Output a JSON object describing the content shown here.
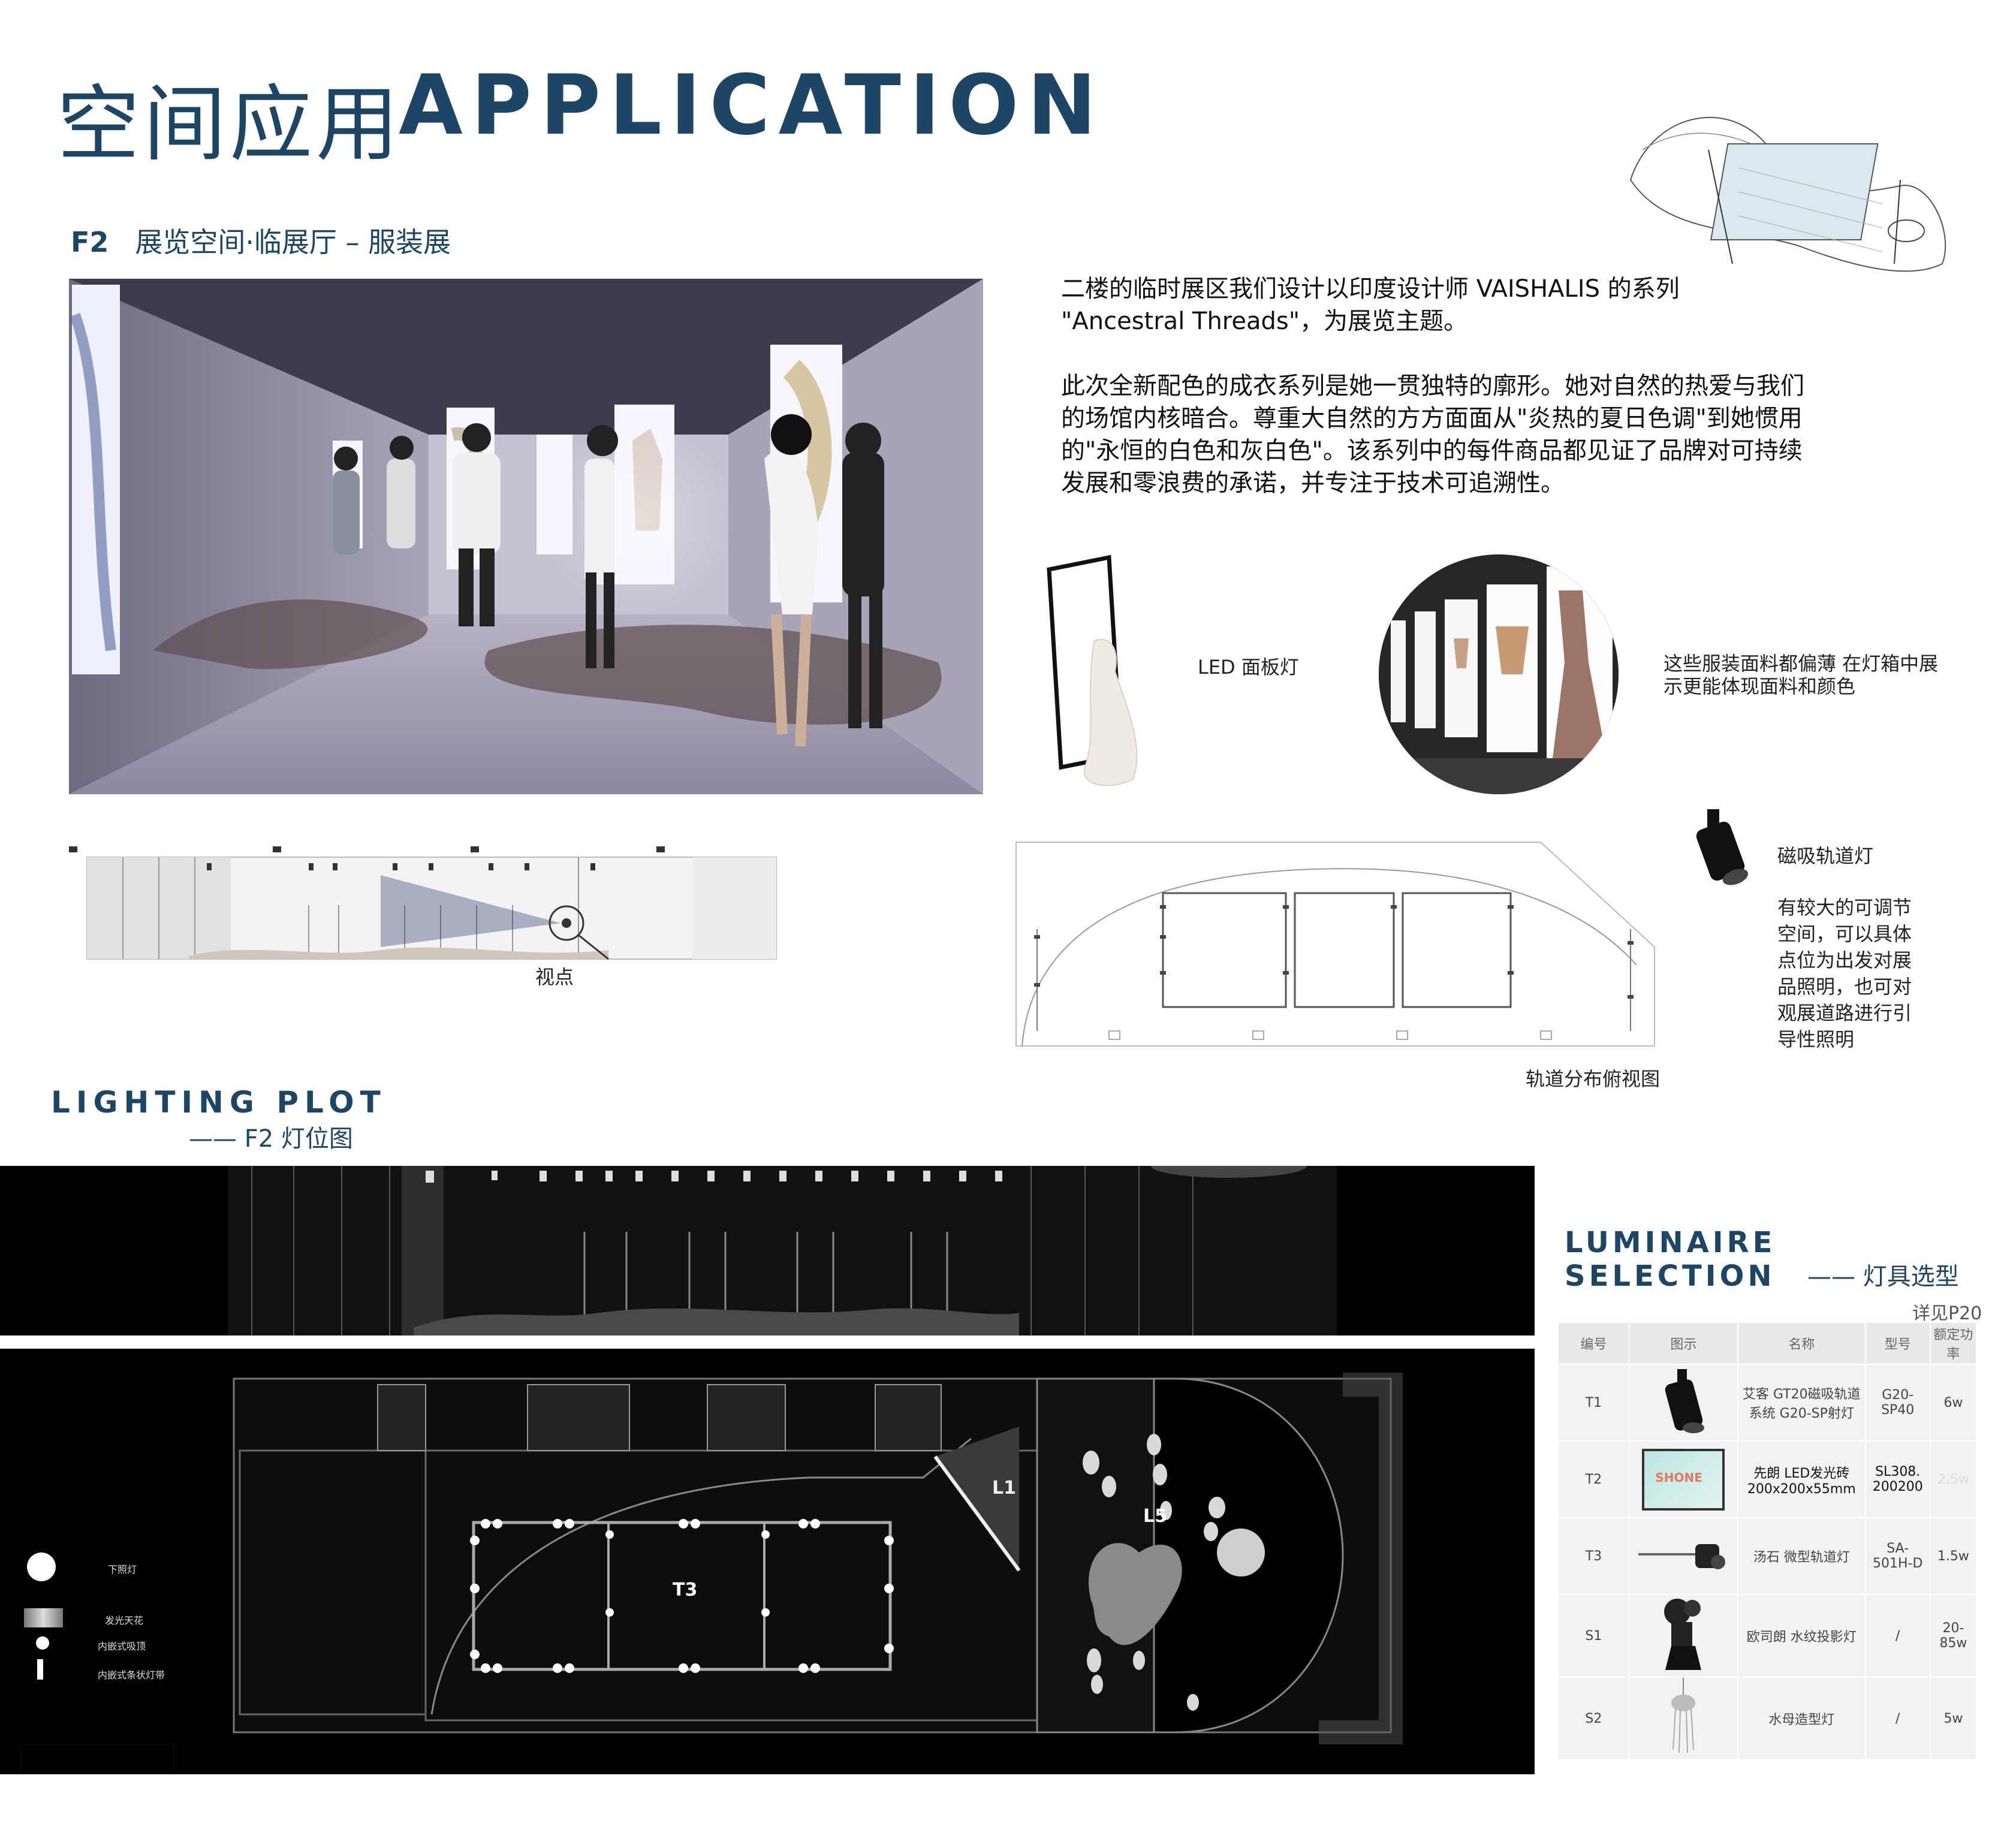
{
  "header": {
    "title_cn": "空间应用",
    "title_en": "APPLICATION",
    "floor": "F2",
    "section": "展览空间·临展厅 – 服装展"
  },
  "intro": {
    "paragraph_1": "二楼的临时展区我们设计以印度设计师 VAISHALIS 的系列 \"Ancestral Threads\"，为展览主题。",
    "paragraph_2": "此次全新配色的成衣系列是她一贯独特的廓形。她对自然的热爱与我们的场馆内核暗合。尊重大自然的方方面面从\"炎热的夏日色调\"到她惯用的\"永恒的白色和灰白色\"。该系列中的每件商品都见证了品牌对可持续发展和零浪费的承诺，并专注于技术可追溯性。"
  },
  "captions": {
    "led_panel": "LED 面板灯",
    "fabric_note": "这些服装面料都偏薄 在灯箱中展示更能体现面料和颜色",
    "track_light": "磁吸轨道灯",
    "track_note": "有较大的可调节空间，可以具体点位为出发对展品照明，也可对观展道路进行引导性照明",
    "viewpoint": "视点",
    "track_plan": "轨道分布俯视图"
  },
  "lighting_plot": {
    "title": "LIGHTING PLOT",
    "subtitle": "—— F2 灯位图",
    "labels": {
      "l1": "L1",
      "l5": "L5",
      "t3": "T3"
    },
    "legend": [
      "下照灯",
      "发光天花",
      "内嵌式吸顶",
      "内嵌式条状灯带"
    ]
  },
  "luminaire": {
    "title": "LUMINAIRE SELECTION",
    "subtitle": "—— 灯具选型",
    "ref": "详见P20",
    "headers": [
      "编号",
      "图示",
      "名称",
      "型号",
      "额定功率"
    ],
    "rows": [
      {
        "id": "T1",
        "name": "艾客 GT20磁吸轨道系统 G20-SP射灯",
        "model": "G20-SP40",
        "power": "6w"
      },
      {
        "id": "T2",
        "name": "先朗 LED发光砖 200x200x55mm",
        "model": "SL308. 200200",
        "power": "2.5w",
        "tile_label": "SHONE"
      },
      {
        "id": "T3",
        "name": "汤石 微型轨道灯",
        "model": "SA-501H-D",
        "power": "1.5w"
      },
      {
        "id": "S1",
        "name": "欧司朗 水纹投影灯",
        "model": "/",
        "power": "20-85w"
      },
      {
        "id": "S2",
        "name": "水母造型灯",
        "model": "/",
        "power": "5w"
      }
    ]
  }
}
